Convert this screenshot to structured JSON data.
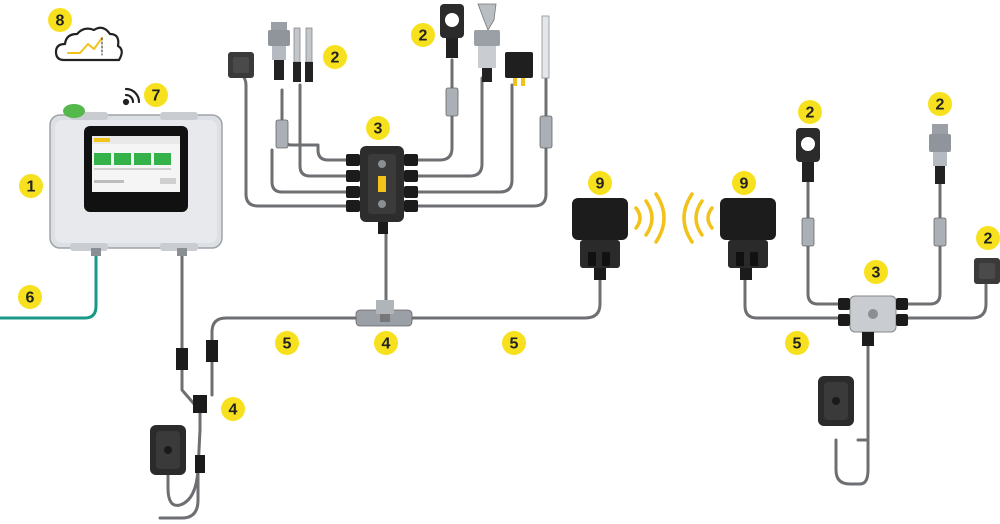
{
  "colors": {
    "badge": "#f7e11e",
    "cable": "#6d6f72",
    "connector": "#1b1b1b",
    "sensor_metal": "#9aa0a6",
    "controller_body": "#dcdfe3",
    "screen_tile": "#34b24a",
    "ethernet_cable": "#1a9a86",
    "status_light": "#55b84a",
    "wireless_waves": "#f2c21a"
  },
  "badges": {
    "b1": "1",
    "b2a": "2",
    "b2b": "2",
    "b2c": "2",
    "b2d": "2",
    "b2e": "2",
    "b3a": "3",
    "b3b": "3",
    "b4a": "4",
    "b4b": "4",
    "b5a": "5",
    "b5b": "5",
    "b5c": "5",
    "b6": "6",
    "b7": "7",
    "b8": "8",
    "b9a": "9",
    "b9b": "9"
  },
  "icons": {
    "cloud": "cloud-chart-icon",
    "wifi": "wifi-icon",
    "wireless_waves": "wireless-signal-icon"
  }
}
